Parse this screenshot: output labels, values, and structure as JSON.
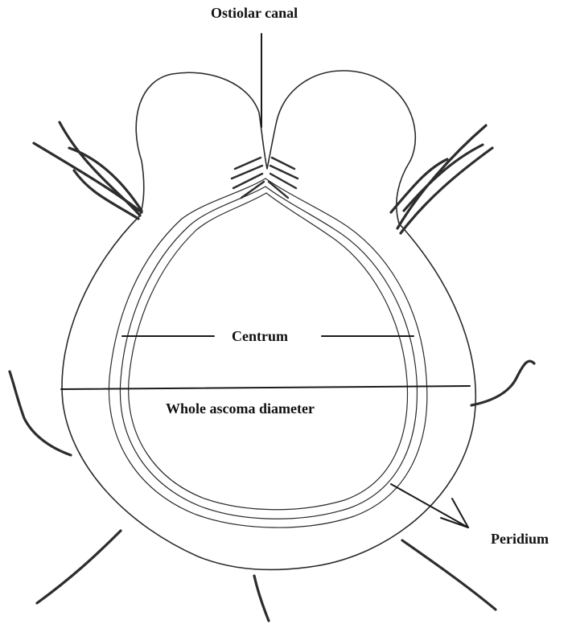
{
  "labels": {
    "ostiolar_canal": "Ostiolar canal",
    "centrum": "Centrum",
    "whole_diameter": "Whole ascoma diameter",
    "peridium": "Peridium"
  },
  "colors": {
    "ink": "#2a2a2a",
    "background": "#ffffff"
  }
}
